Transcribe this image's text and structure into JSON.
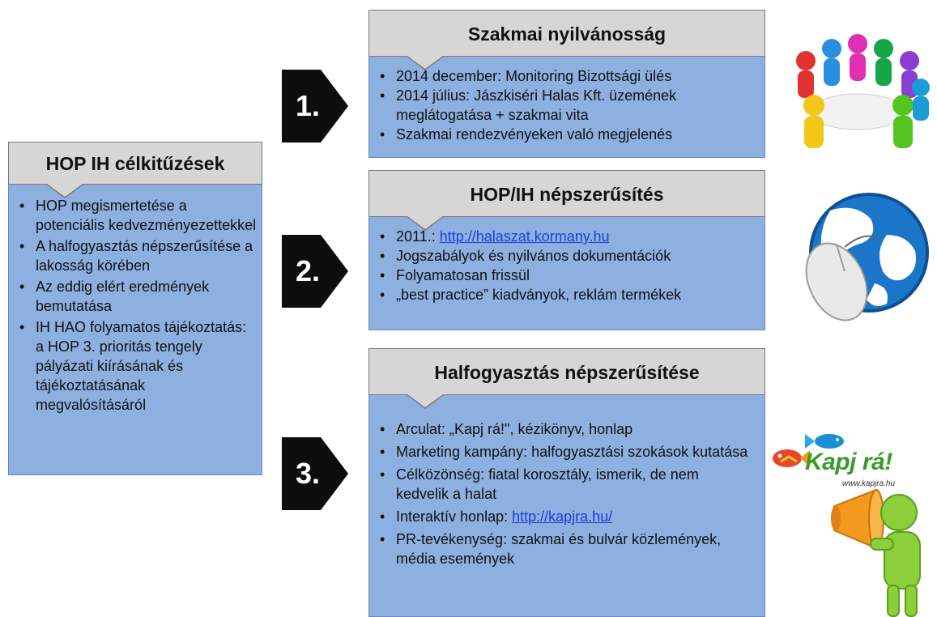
{
  "left_box": {
    "title": "HOP IH célkitűzések",
    "items": [
      "HOP megismertetése a potenciális kedvezményezettekkel",
      "A halfogyasztás népszerűsítése a lakosság körében",
      "Az eddig elért eredmények bemutatása",
      "IH HAO folyamatos tájékoztatás: a HOP 3. prioritás tengely pályázati kiírásának és tájékoztatásának megvalósításáról"
    ]
  },
  "steps": [
    {
      "number": "1.",
      "title": "Szakmai nyilvánosság",
      "items": [
        {
          "text": "2014 december:  Monitoring Bizottsági ülés"
        },
        {
          "text": "2014 július: Jászkiséri Halas Kft. üzemének meglátogatása + szakmai vita"
        },
        {
          "text": "Szakmai rendezvényeken való megjelenés"
        }
      ]
    },
    {
      "number": "2.",
      "title": "HOP/IH népszerűsítés",
      "items": [
        {
          "prefix": "2011.:  ",
          "link": "http://halaszat.kormany.hu"
        },
        {
          "text": "Jogszabályok és nyilvános dokumentációk"
        },
        {
          "text": "Folyamatosan frissül"
        },
        {
          "text": "„best practice”  kiadványok, reklám termékek"
        }
      ]
    },
    {
      "number": "3.",
      "title": "Halfogyasztás népszerűsítése",
      "items": [
        {
          "text": "Arculat: „Kapj rá!\", kézikönyv, honlap"
        },
        {
          "text": "Marketing kampány: halfogyasztási szokások kutatása"
        },
        {
          "text": "Célközönség: fiatal korosztály, ismerik, de nem kedvelik a halat"
        },
        {
          "prefix": "Interaktív honlap: ",
          "link": "http://kapjra.hu/"
        },
        {
          "text": "PR-tevékenység: szakmai és bulvár közlemények, média események"
        }
      ]
    }
  ],
  "logo": {
    "text": "Kapj rá!",
    "url": "www.kapjra.hu"
  },
  "icons": [
    "meeting-people-icon",
    "globe-mouse-icon",
    "kapj-ra-logo",
    "megaphone-figure-icon"
  ],
  "colors": {
    "header_fill": "#d6d6d6",
    "body_fill": "#8eb0e1",
    "chevron": "#0d0d0d",
    "link": "#1f3fd6"
  }
}
